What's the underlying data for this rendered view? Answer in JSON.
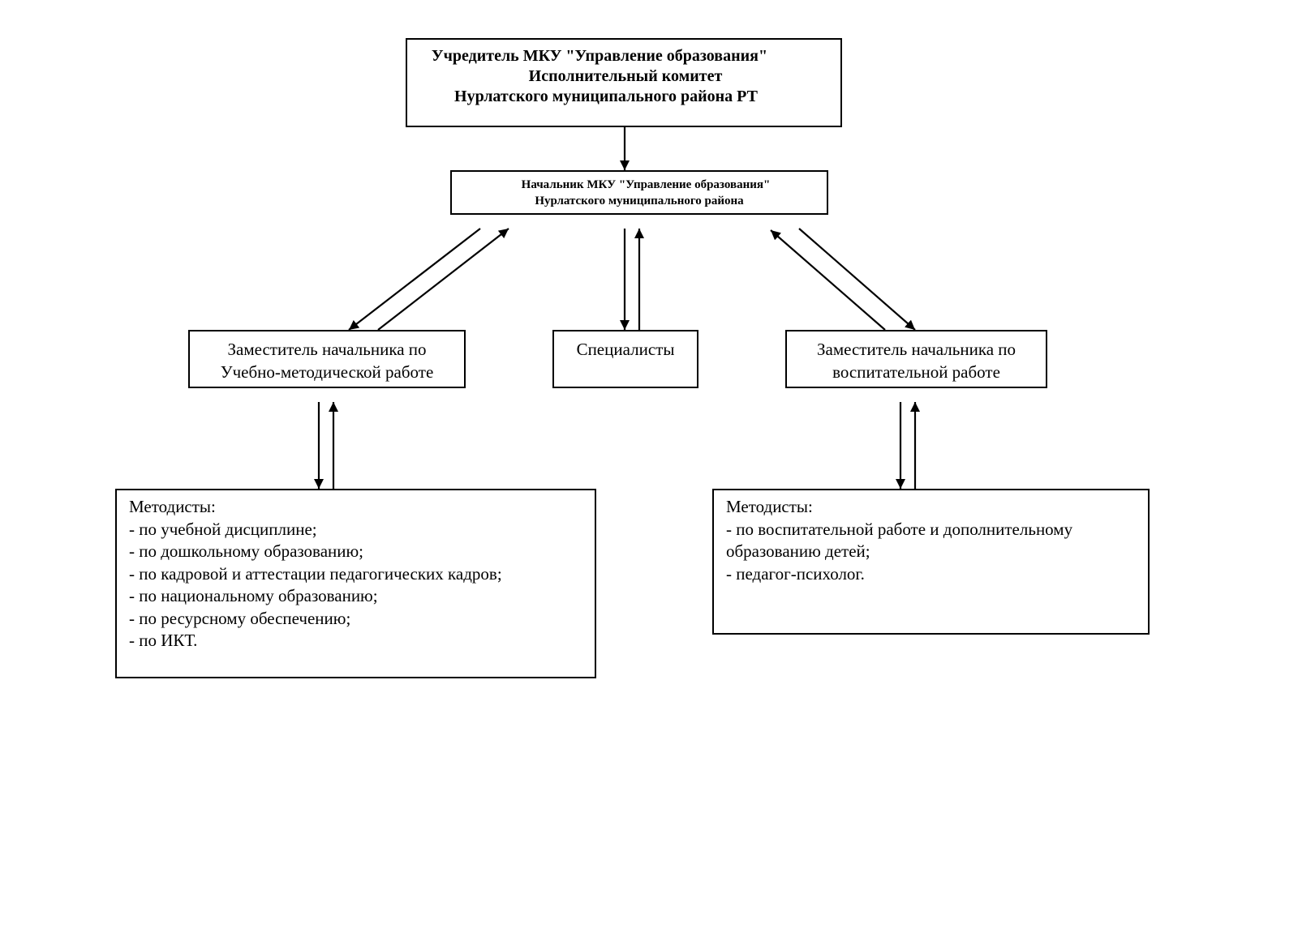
{
  "founder": {
    "lines": [
      "Учредитель МКУ \"Управление образования\"",
      "Исполнительный комитет",
      "Нурлатского муниципального района РТ"
    ]
  },
  "head": {
    "lines": [
      "Начальник МКУ \"Управление образования\"",
      "Нурлатского муниципального района"
    ]
  },
  "deputy_education": {
    "lines": [
      "Заместитель начальника по",
      "Учебно-методической работе"
    ]
  },
  "specialists": {
    "label": "Специалисты"
  },
  "deputy_upbringing": {
    "lines": [
      "Заместитель начальника по",
      "воспитательной работе"
    ]
  },
  "methodists_left": {
    "lines": [
      "Методисты:",
      "- по учебной дисциплине;",
      "- по дошкольному образованию;",
      "- по кадровой и аттестации педагогических кадров;",
      "- по национальному образованию;",
      "- по ресурсному обеспечению;",
      "- по ИКТ."
    ]
  },
  "methodists_right": {
    "lines": [
      "Методисты:",
      "- по воспитательной работе и дополнительному",
      "образованию детей;",
      "- педагог-психолог."
    ]
  }
}
